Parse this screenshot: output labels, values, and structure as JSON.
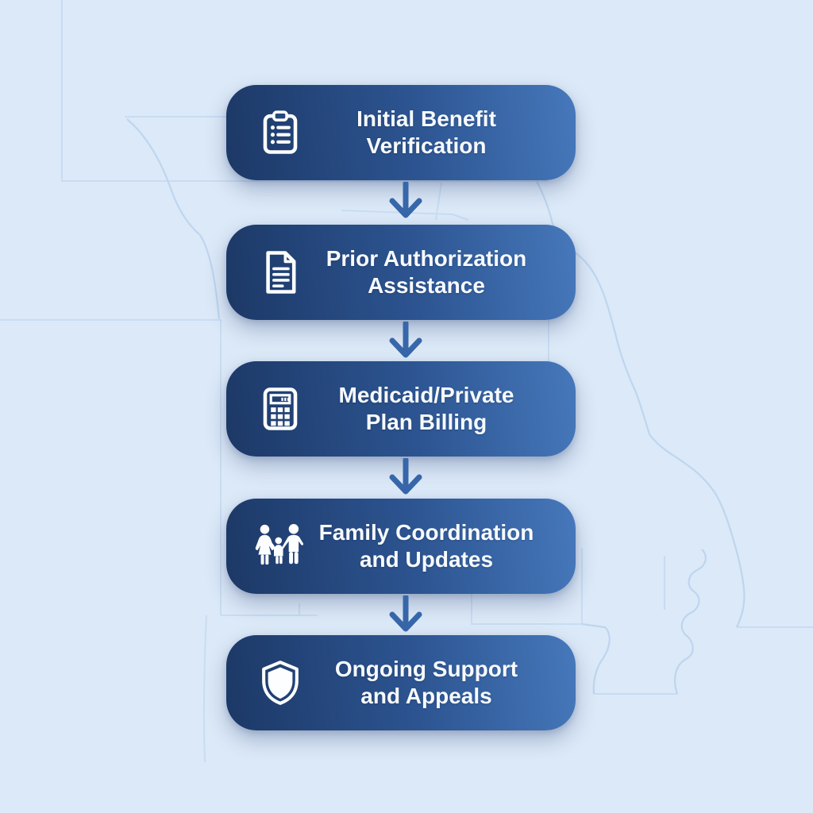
{
  "colors": {
    "background": "#dce9f8",
    "map_line": "#b9d2ee",
    "box_gradient_start": "#1c3866",
    "box_gradient_end": "#4678bb",
    "box_text": "#f7fafd",
    "arrow": "#3767a9"
  },
  "flow": {
    "steps": [
      {
        "line1": "Initial Benefit",
        "line2": "Verification",
        "icon": "clipboard-checklist-icon"
      },
      {
        "line1": "Prior Authorization",
        "line2": "Assistance",
        "icon": "document-icon"
      },
      {
        "line1": "Medicaid/Private",
        "line2": "Plan Billing",
        "icon": "calculator-icon"
      },
      {
        "line1": "Family Coordination",
        "line2": "and Updates",
        "icon": "family-icon"
      },
      {
        "line1": "Ongoing Support",
        "line2": "and Appeals",
        "icon": "shield-icon"
      }
    ]
  }
}
